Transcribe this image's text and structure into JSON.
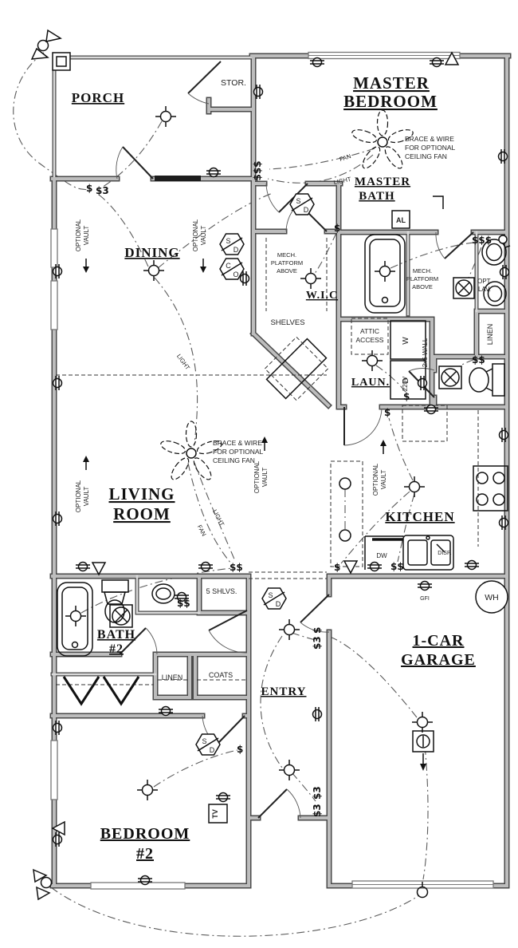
{
  "rooms": {
    "porch": "PORCH",
    "stor": "STOR.",
    "master_bedroom": [
      "MASTER",
      "BEDROOM"
    ],
    "master_bath": [
      "MASTER",
      "BATH"
    ],
    "dining": "DINING",
    "wic": "W.I.C",
    "shelves": "SHELVES",
    "laundry": "LAUN.",
    "attic": [
      "ATTIC",
      "ACCESS"
    ],
    "linen_hall": "LINEN",
    "living": [
      "LIVING",
      "ROOM"
    ],
    "kitchen": "KITCHEN",
    "bath2": [
      "BATH",
      "#2"
    ],
    "shlvs": "5  SHLVS.",
    "linen2": "LINEN",
    "coats": "COATS",
    "entry": "ENTRY",
    "garage": [
      "1-CAR",
      "GARAGE"
    ],
    "bedroom2": [
      "BEDROOM",
      "#2"
    ]
  },
  "annotations": {
    "brace_wire": [
      "BRACE  &  WIRE",
      "FOR  OPTIONAL",
      "CEILING  FAN"
    ],
    "mech_platform": [
      "MECH.",
      "PLATFORM",
      "ABOVE"
    ],
    "optional": "OPTIONAL",
    "vault": "VAULT",
    "fan": "FAN",
    "light": "LIGHT",
    "opt_lav": [
      "OPT.",
      "LAV."
    ],
    "wall2x6": "2x6 WALL",
    "v220": "220V",
    "washer": "W",
    "dryer": "D",
    "dw": "DW",
    "disp": "DISP.",
    "gfi": "GFI",
    "wh": "WH",
    "al": "AL",
    "tv": "TV"
  },
  "symbols": {
    "smoke": [
      "S",
      "D"
    ],
    "co": [
      "C",
      "O"
    ],
    "switch": "$",
    "switch3": "$3",
    "switch_pair": "$$",
    "switch_triple": "$$$"
  },
  "colors": {
    "wall_edge": "#4a4a4a",
    "wall_fill": "#bdbdbd",
    "ink": "#111111"
  }
}
